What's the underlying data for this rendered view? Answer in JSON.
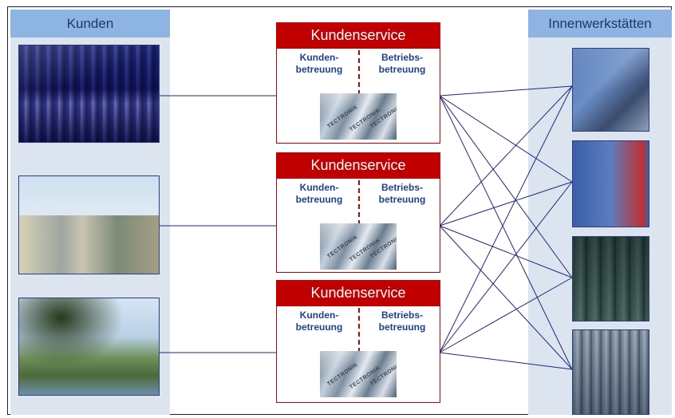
{
  "left_column": {
    "title": "Kunden"
  },
  "right_column": {
    "title": "Innenwerkstätten"
  },
  "service_boxes": [
    {
      "title": "Kundenservice",
      "left_label": "Kunden-\nbetreuung",
      "right_label": "Betriebs-\nbetreuung",
      "logo_text": "TECTRONIK"
    },
    {
      "title": "Kundenservice",
      "left_label": "Kunden-\nbetreuung",
      "right_label": "Betriebs-\nbetreuung",
      "logo_text": "TECTRONIK"
    },
    {
      "title": "Kundenservice",
      "left_label": "Kunden-\nbetreuung",
      "right_label": "Betriebs-\nbetreuung",
      "logo_text": "TECTRONIK"
    }
  ],
  "colors": {
    "service_red": "#c00000",
    "column_header_blue": "#8db4e2",
    "column_bg": "#dbe4ef",
    "line_navy": "#1f2a7a",
    "text_navy": "#1f3f8f"
  }
}
